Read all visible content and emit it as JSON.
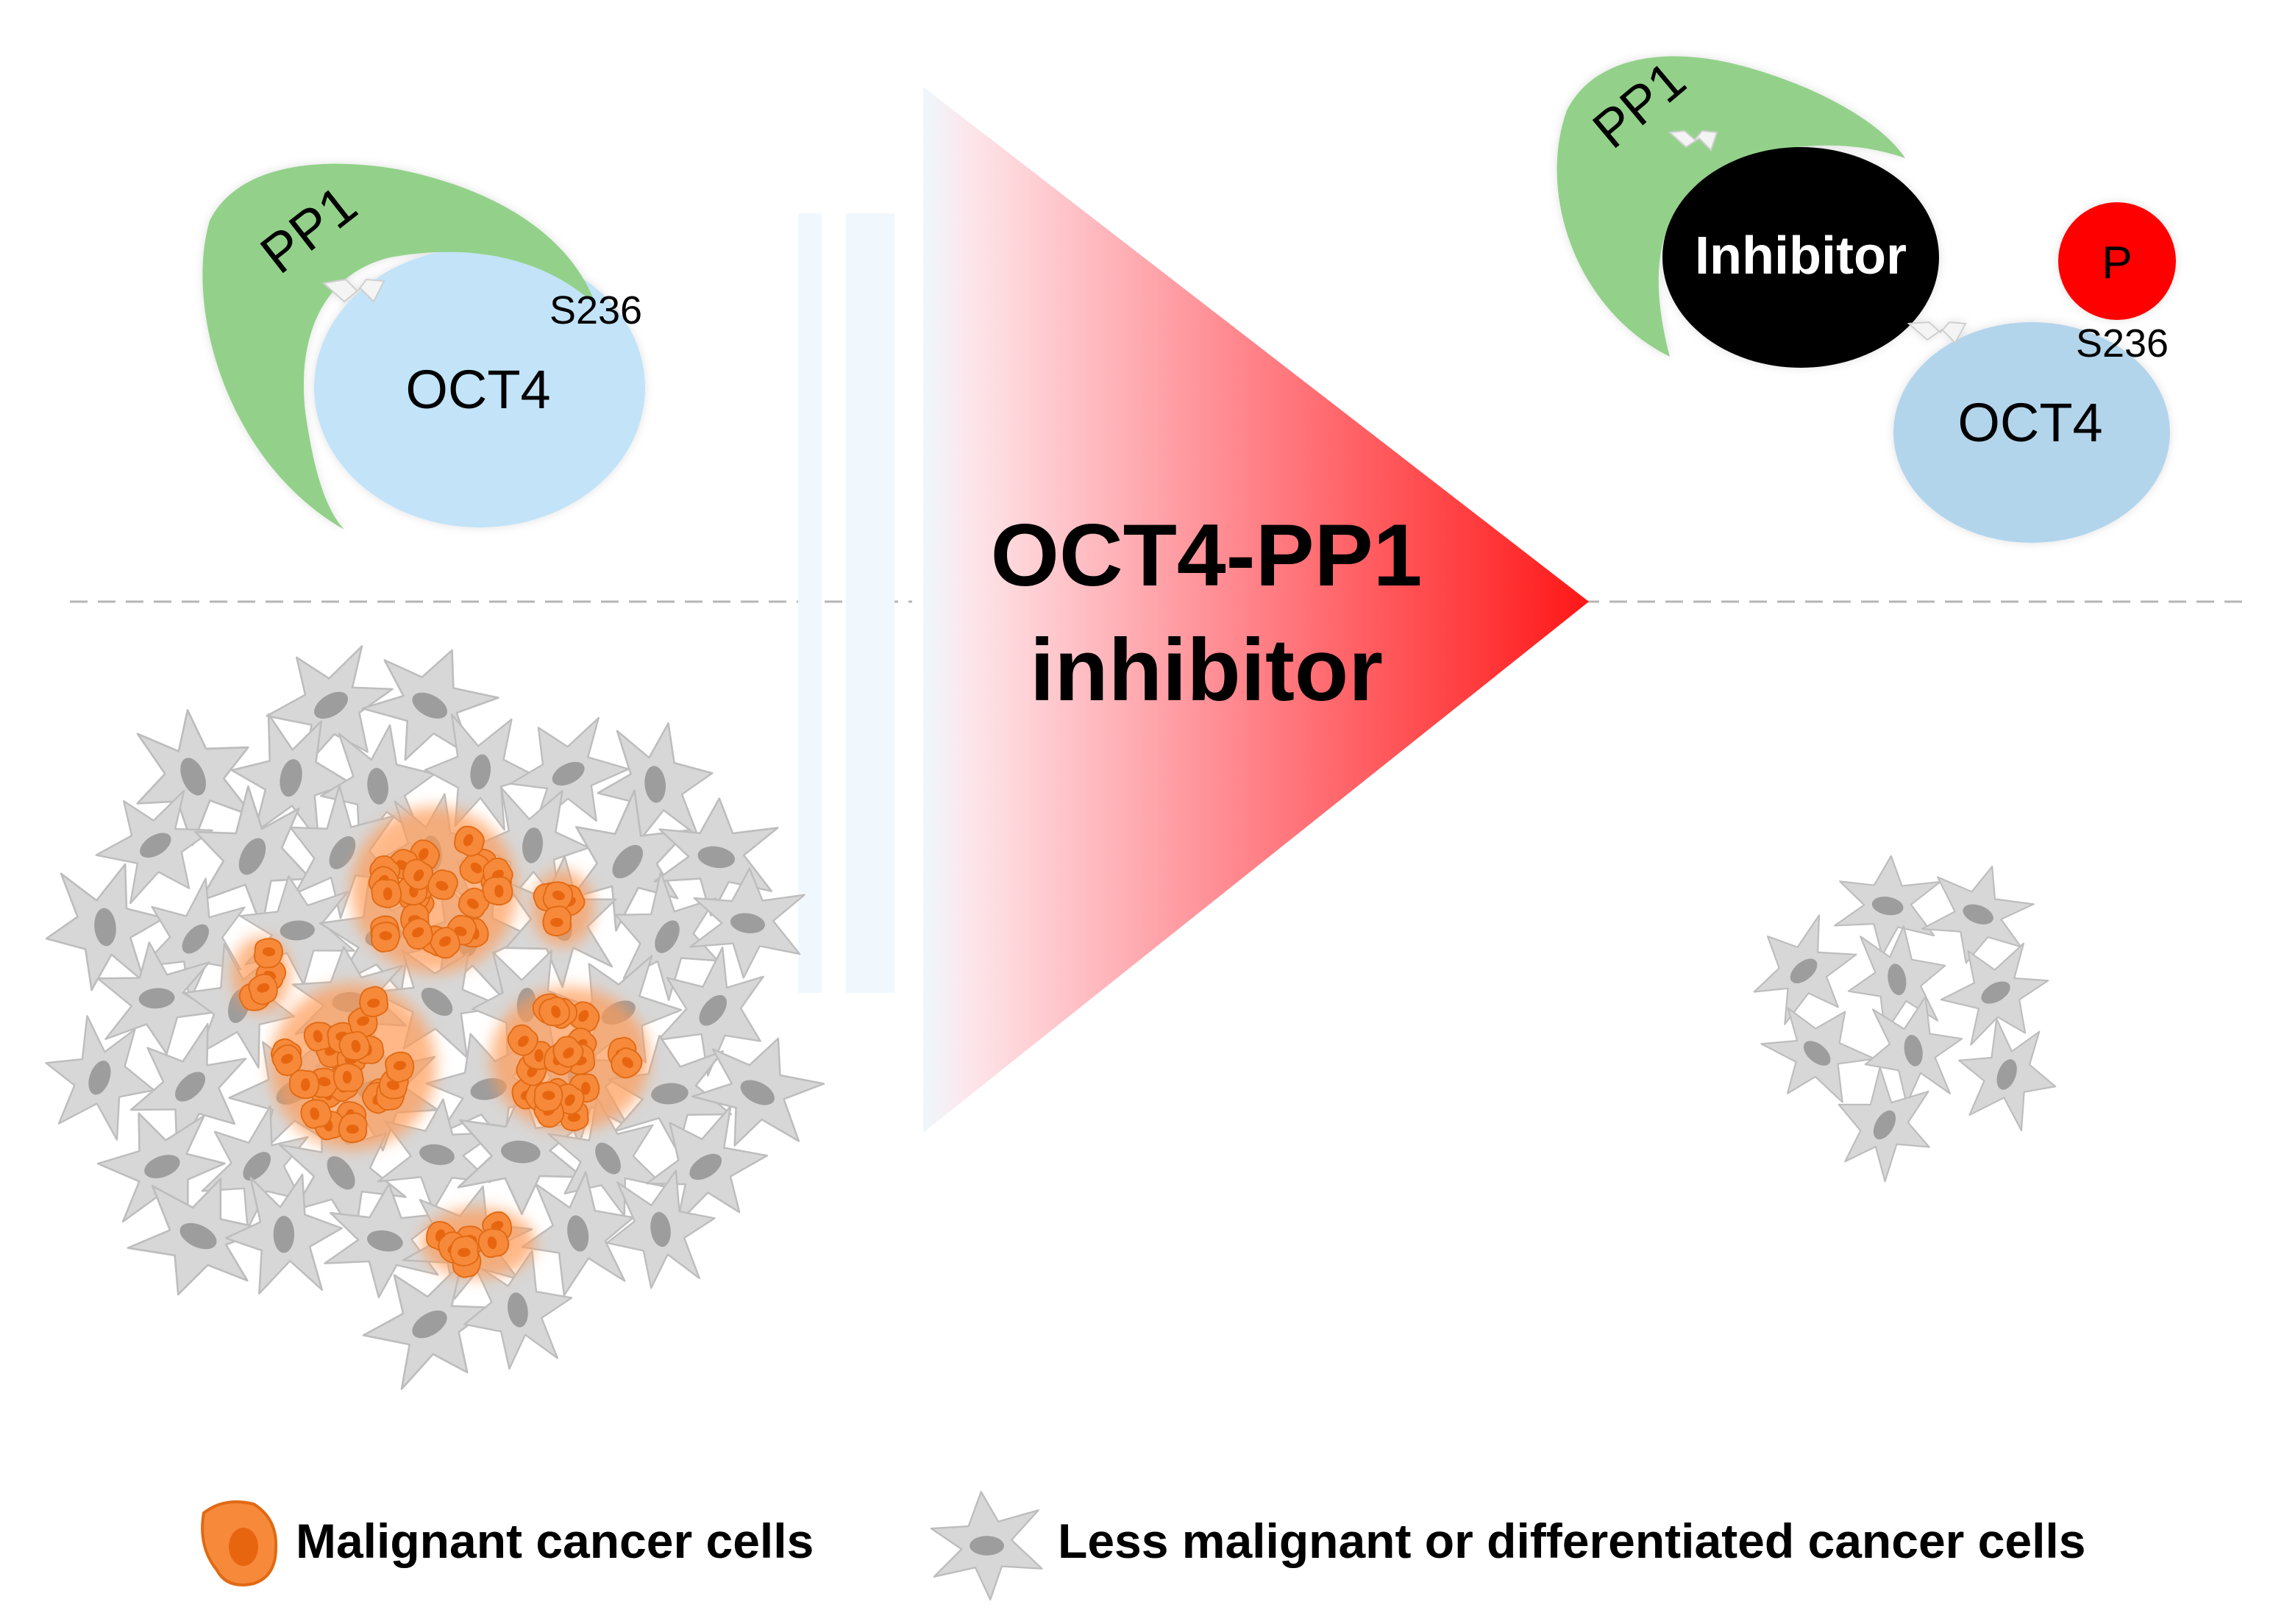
{
  "colors": {
    "pp1": "#93d18a",
    "oct4_left": "#c2e3f8",
    "oct4_right": "#b3d5ec",
    "phospho": "#ff0000",
    "inhibitor": "#000000",
    "arrow_strong": "#ff1a1a",
    "malignant_fill": "#f7893a",
    "malignant_glow": "#ff9a55",
    "malignant_nucleus": "#e8650f",
    "differentiated_fill": "#d7d7d7",
    "differentiated_nucleus": "#9d9d9d",
    "divider": "#b5b5b5"
  },
  "left_panel": {
    "pp1_label": "PP1",
    "oct4_label": "OCT4",
    "site_label": "S236"
  },
  "center": {
    "line1": "OCT4-PP1",
    "line2": "inhibitor"
  },
  "right_panel": {
    "pp1_label": "PP1",
    "inhibitor_label": "Inhibitor",
    "phospho_label": "P",
    "site_label": "S236",
    "oct4_label": "OCT4"
  },
  "legend": {
    "malignant_label": "Malignant cancer cells",
    "differentiated_label": "Less malignant or differentiated cancer cells",
    "malignant_icon": "malignant-cell-icon",
    "differentiated_icon": "differentiated-cell-icon"
  }
}
